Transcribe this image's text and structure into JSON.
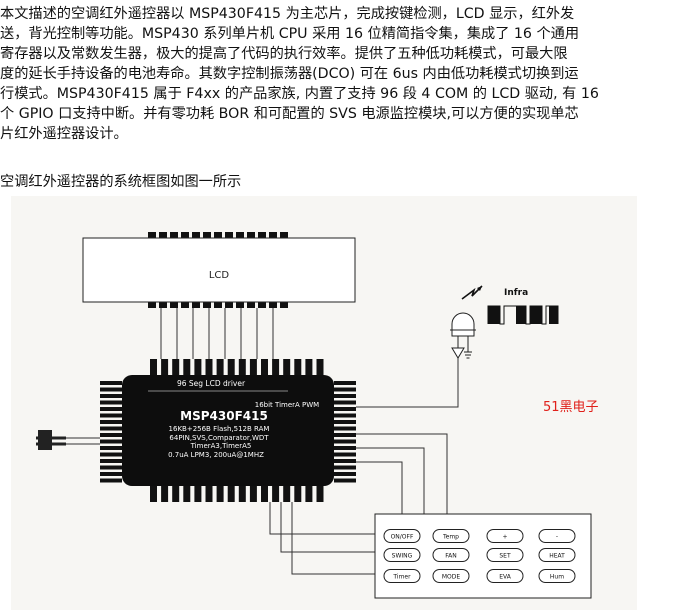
{
  "paragraph": {
    "lines": [
      "本文描述的空调红外遥控器以 MSP430F415 为主芯片，完成按键检测，LCD 显示，红外发",
      "送，背光控制等功能。MSP430 系列单片机 CPU 采用 16 位精简指令集，集成了 16 个通用",
      "寄存器以及常数发生器，极大的提高了代码的执行效率。提供了五种低功耗模式，可最大限",
      "度的延长手持设备的电池寿命。其数字控制振荡器(DCO) 可在 6us 内由低功耗模式切换到运",
      "行模式。MSP430F415 属于 F4xx 的产品家族, 内置了支持 96 段 4 COM 的 LCD 驱动, 有 16",
      "个 GPIO 口支持中断。并有零功耗 BOR 和可配置的 SVS 电源监控模块,可以方便的实现单芯",
      "片红外遥控器设计。"
    ]
  },
  "caption": "空调红外遥控器的系统框图如图一所示",
  "diagram": {
    "lcd_label": "LCD",
    "infra_label": "Infra",
    "watermark": "51黑电子",
    "watermark_color": "#e0201a",
    "chip": {
      "top_label": "96 Seg LCD driver",
      "pwm_label": "16bit TimerA PWM",
      "name": "MSP430F415",
      "spec1": "16KB+256B Flash,512B RAM",
      "spec2": "64PIN,SVS,Comparator,WDT",
      "spec3": "TimerA3,TimerA5",
      "spec4": "0.7uA LPM3, 200uA@1MHZ"
    },
    "keypad": {
      "rows": [
        [
          "ON/OFF",
          "Temp",
          "+",
          "-"
        ],
        [
          "SWING",
          "FAN",
          "SET",
          "HEAT"
        ],
        [
          "Timer",
          "MODE",
          "EVA",
          "Hum"
        ]
      ]
    }
  }
}
